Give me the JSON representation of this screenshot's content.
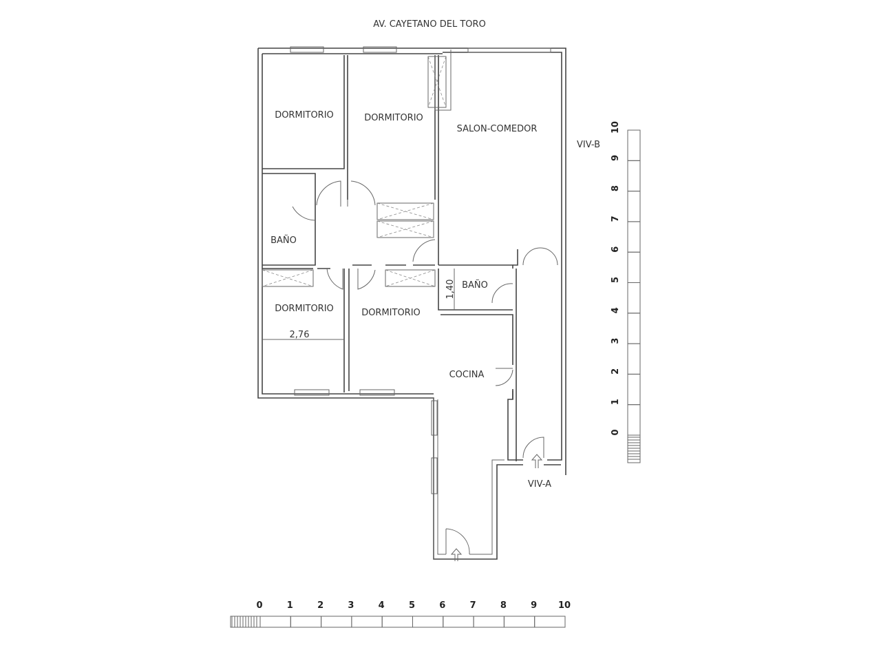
{
  "street": "AV. CAYETANO DEL TORO",
  "rooms": {
    "dormitorio_1": "DORMITORIO",
    "dormitorio_2": "DORMITORIO",
    "salon": "SALON-COMEDOR",
    "bano_1": "BAÑO",
    "dormitorio_3": "DORMITORIO",
    "dormitorio_4": "DORMITORIO",
    "bano_2": "BAÑO",
    "cocina": "COCINA"
  },
  "dimensions": {
    "width_276": "2,76",
    "height_140": "1,40"
  },
  "neighbors": {
    "viv_b": "VIV-B",
    "viv_a": "VIV-A"
  },
  "scale": {
    "labels": [
      "0",
      "1",
      "2",
      "3",
      "4",
      "5",
      "6",
      "7",
      "8",
      "9",
      "10"
    ],
    "unit_count": 10
  }
}
